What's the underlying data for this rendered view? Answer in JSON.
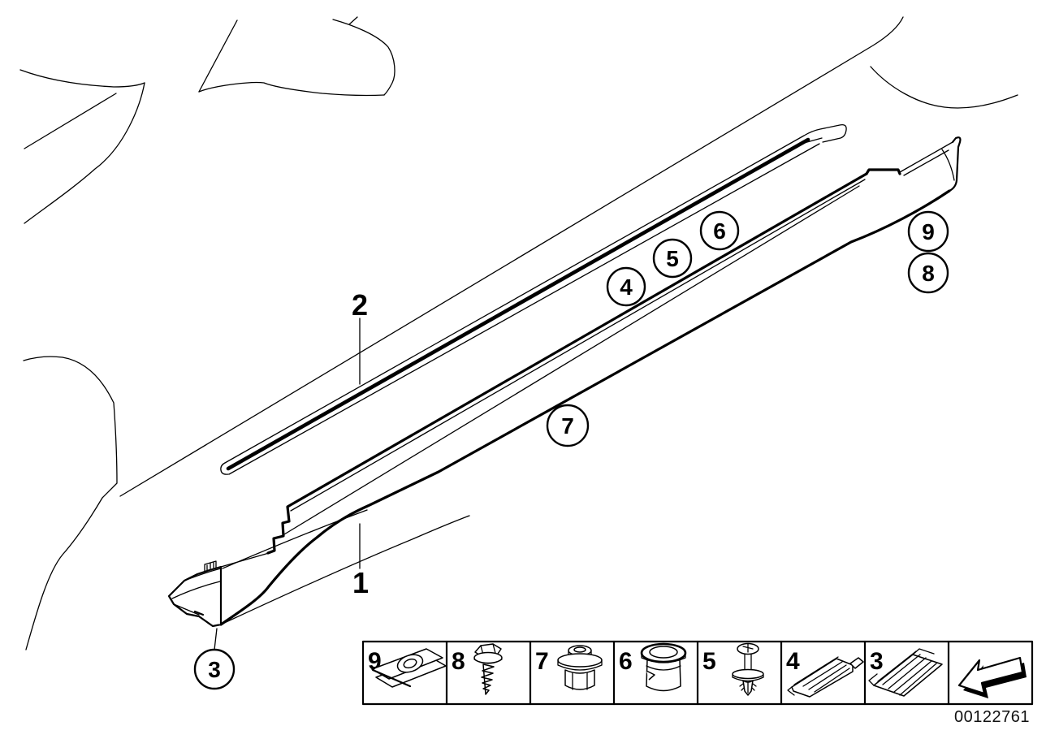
{
  "figure": {
    "callouts": {
      "n1": "1",
      "n2": "2",
      "n3": "3",
      "n4": "4",
      "n5": "5",
      "n6": "6",
      "n7": "7",
      "n8": "8",
      "n9": "9"
    }
  },
  "legend": {
    "items": [
      {
        "number": "9",
        "icon": "speed-nut-clip-icon"
      },
      {
        "number": "8",
        "icon": "hex-head-screw-icon"
      },
      {
        "number": "7",
        "icon": "plastic-grommet-nut-icon"
      },
      {
        "number": "6",
        "icon": "round-bushing-icon"
      },
      {
        "number": "5",
        "icon": "expansion-rivet-icon"
      },
      {
        "number": "4",
        "icon": "trim-retainer-clip-icon"
      },
      {
        "number": "3",
        "icon": "channel-clip-icon"
      },
      {
        "number": "",
        "icon": "direction-arrow-icon"
      }
    ]
  },
  "footer": {
    "image_number": "00122761"
  },
  "colors": {
    "ink": "#000000",
    "paper": "#ffffff"
  }
}
